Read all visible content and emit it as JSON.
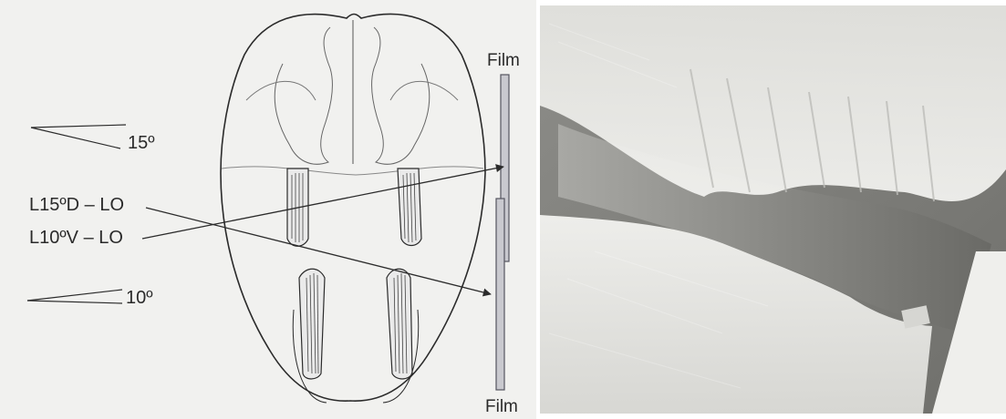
{
  "diagram": {
    "angle_top": "15º",
    "angle_bottom": "10º",
    "projection_dorsal": "L15ºD – LO",
    "projection_ventral": "L10ºV – LO",
    "film_top": "Film",
    "film_bottom": "Film"
  },
  "colors": {
    "film_fill": "#c9c9cf",
    "film_stroke": "#555560",
    "line": "#2b2b2b"
  },
  "radiograph": {
    "icon": "dental-radiograph-image"
  }
}
